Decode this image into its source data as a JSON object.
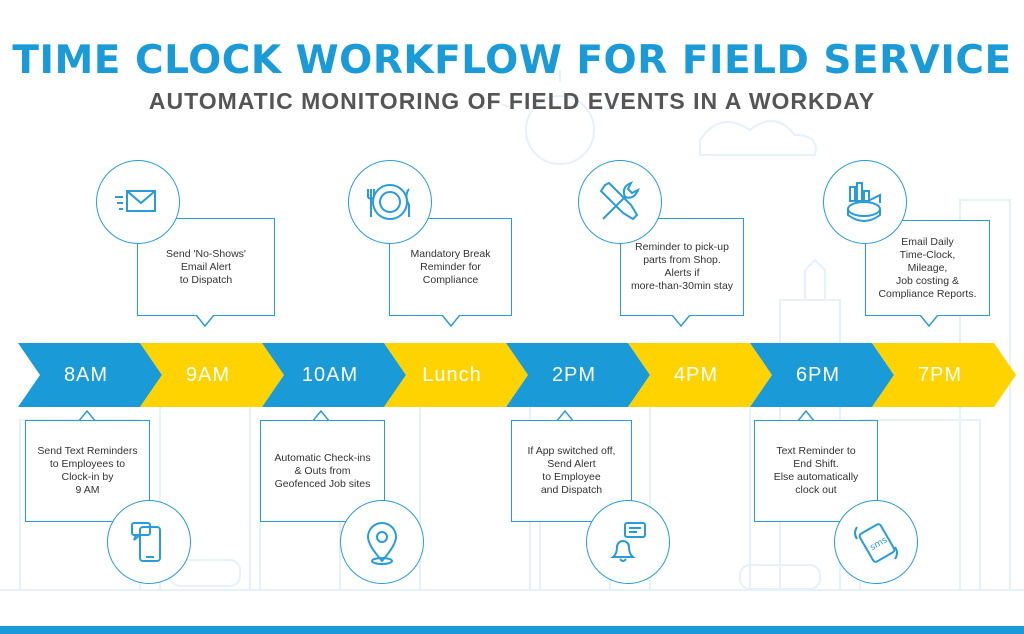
{
  "header": {
    "title": "TIME CLOCK WORKFLOW FOR FIELD SERVICE",
    "subtitle": "AUTOMATIC MONITORING OF FIELD EVENTS IN A WORKDAY"
  },
  "colors": {
    "blue": "#1a9ad6",
    "yellow": "#ffd300",
    "outline": "#2a9bd7"
  },
  "timeline": [
    {
      "label": "8AM",
      "color": "blue"
    },
    {
      "label": "9AM",
      "color": "yellow"
    },
    {
      "label": "10AM",
      "color": "blue"
    },
    {
      "label": "Lunch",
      "color": "yellow"
    },
    {
      "label": "2PM",
      "color": "blue"
    },
    {
      "label": "4PM",
      "color": "yellow"
    },
    {
      "label": "6PM",
      "color": "blue"
    },
    {
      "label": "7PM",
      "color": "yellow"
    }
  ],
  "events_top": [
    {
      "text": "Send 'No-Shows'\nEmail Alert\nto Dispatch",
      "icon": "email-icon"
    },
    {
      "text": "Mandatory Break\nReminder for\nCompliance",
      "icon": "plate-fork-knife-icon"
    },
    {
      "text": "Reminder to pick-up\nparts from Shop.\nAlerts if\nmore-than-30min stay",
      "icon": "tools-icon"
    },
    {
      "text": "Email Daily\nTime-Clock,\nMileage,\nJob costing &\nCompliance Reports.",
      "icon": "reports-chart-icon"
    }
  ],
  "events_bottom": [
    {
      "text": "Send Text Reminders\nto Employees to\nClock-in by\n9 AM",
      "icon": "mobile-message-icon"
    },
    {
      "text": "Automatic Check-ins\n& Outs from\nGeofenced Job sites",
      "icon": "location-pin-icon"
    },
    {
      "text": "If App switched off,\nSend Alert\nto Employee\nand Dispatch",
      "icon": "bell-message-icon"
    },
    {
      "text": "Text Reminder to\nEnd Shift.\nElse automatically\nclock out",
      "icon": "sms-phone-icon"
    }
  ]
}
